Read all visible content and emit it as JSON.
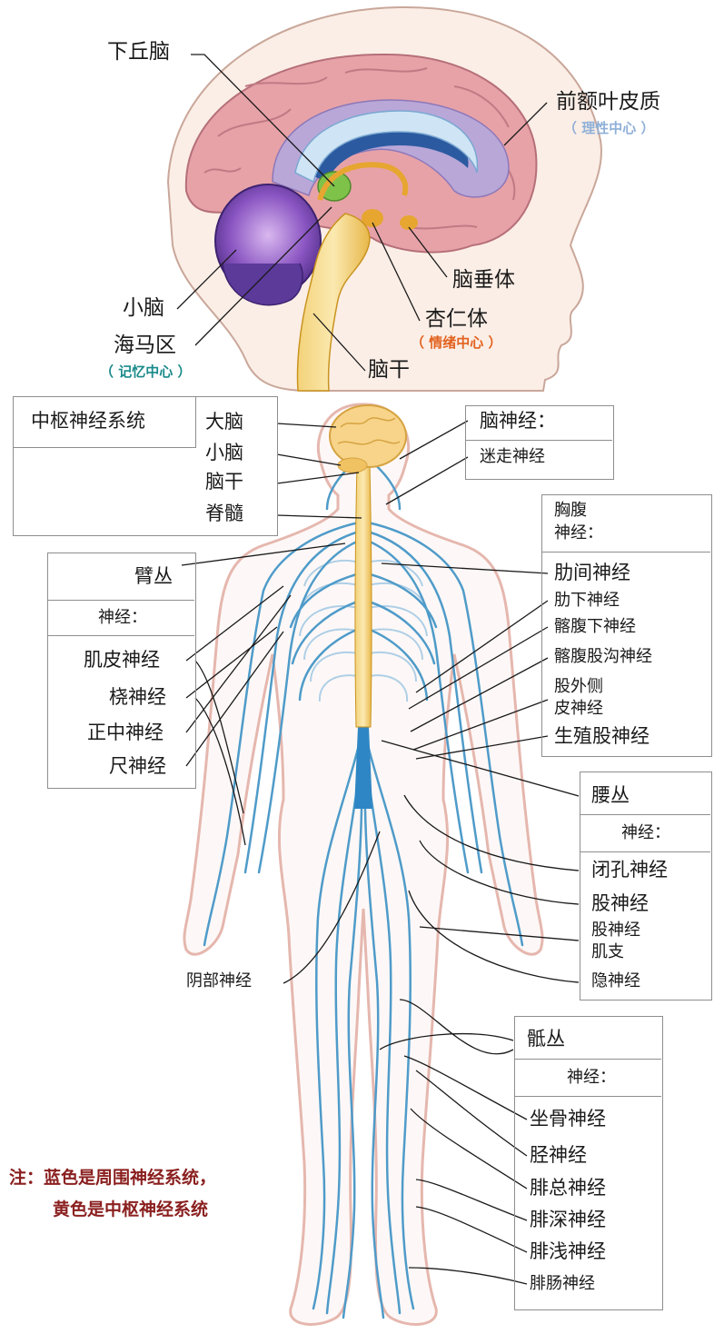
{
  "brain": {
    "hypothalamus": "下丘脑",
    "prefrontal_cortex": "前额叶皮质",
    "prefrontal_note": "（ 理性中心 ）",
    "pituitary": "脑垂体",
    "cerebellum": "小脑",
    "amygdala": "杏仁体",
    "amygdala_note": "（ 情绪中心 ）",
    "hippocampus": "海马区",
    "hippocampus_note": "（ 记忆中心 ）",
    "brainstem": "脑干"
  },
  "body": {
    "cns_title": "中枢神经系统",
    "cns_items": [
      "大脑",
      "小脑",
      "脑干",
      "脊髓"
    ],
    "cranial_title": "脑神经：",
    "cranial_items": [
      "迷走神经"
    ],
    "brachial_title": "臂丛",
    "brachial_sub": "神经：",
    "brachial_items": [
      "肌皮神经",
      "桡神经",
      "正中神经",
      "尺神经"
    ],
    "thoraco_title": "胸腹\n神经：",
    "thoraco_title_line1": "胸腹",
    "thoraco_title_line2": "神经：",
    "thoraco_items": [
      "肋间神经",
      "肋下神经",
      "髂腹下神经",
      "髂腹股沟神经"
    ],
    "thoraco_item5_line1": "股外侧",
    "thoraco_item5_line2": "皮神经",
    "thoraco_item6": "生殖股神经",
    "lumbar_title": "腰丛",
    "lumbar_sub": "神经：",
    "lumbar_items": [
      "闭孔神经",
      "股神经"
    ],
    "lumbar_item3_line1": "股神经",
    "lumbar_item3_line2": "肌支",
    "lumbar_item4": "隐神经",
    "pudendal": "阴部神经",
    "sacral_title": "骶丛",
    "sacral_sub": "神经：",
    "sacral_items": [
      "坐骨神经",
      "胫神经",
      "腓总神经",
      "腓深神经",
      "腓浅神经",
      "腓肠神经"
    ]
  },
  "note": {
    "line1": "注：蓝色是周围神经系统，",
    "line2": "黄色是中枢神经系统"
  },
  "colors": {
    "peripheral_nerve": "#4f9bc9",
    "central_nerve": "#f2c14e",
    "skin_outline": "#e5b7ae",
    "brain_pink": "#e6a3a8",
    "cerebellum_purple": "#6a3f9e",
    "ventricle_blue": "#2c5aa0"
  }
}
